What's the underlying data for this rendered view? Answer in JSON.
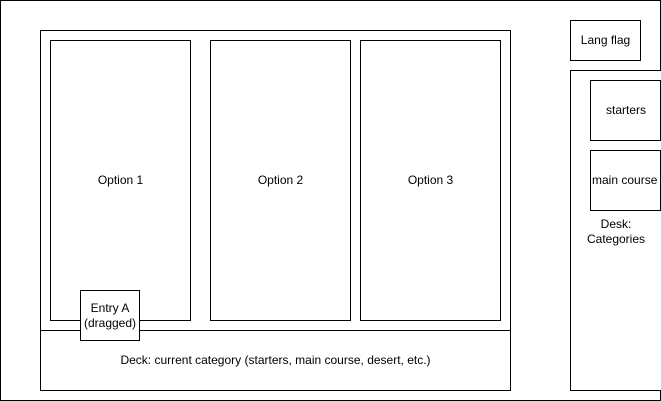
{
  "options": {
    "option_1": "Option 1",
    "option_2": "Option 2",
    "option_3": "Option 3"
  },
  "deck": {
    "label": "Deck: current category (starters, main course, desert, etc.)"
  },
  "entry": {
    "line1": "Entry A",
    "line2": "(dragged)"
  },
  "lang_flag": {
    "label": "Lang flag"
  },
  "desk": {
    "line1": "Desk:",
    "line2": "Categories",
    "categories": [
      "starters",
      "main course"
    ]
  }
}
